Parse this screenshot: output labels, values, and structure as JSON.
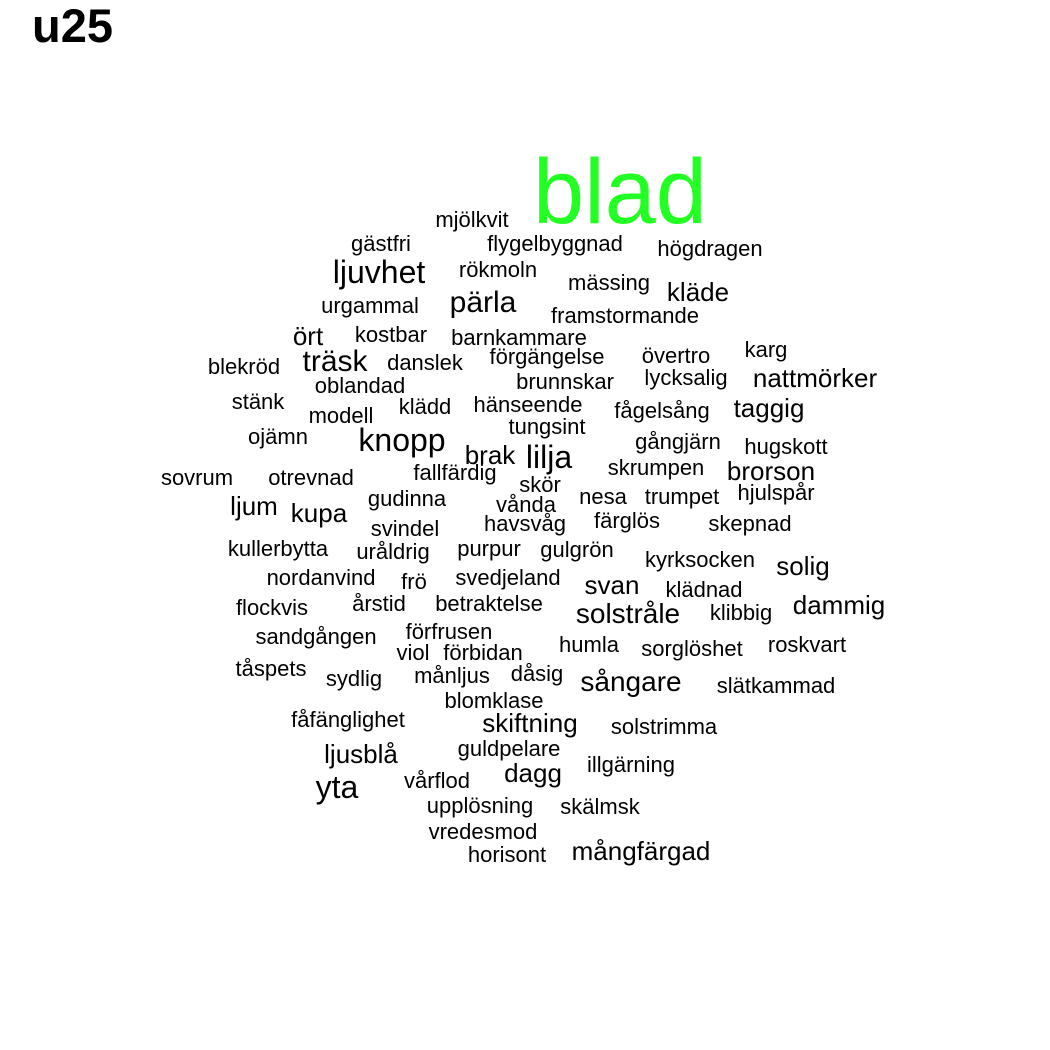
{
  "title": "u25",
  "highlight_color": "#22ff22",
  "text_color": "#000000",
  "words": [
    {
      "text": "blad",
      "highlight": true
    },
    {
      "text": "mjölkvit"
    },
    {
      "text": "gästfri"
    },
    {
      "text": "flygelbyggnad"
    },
    {
      "text": "högdragen"
    },
    {
      "text": "ljuvhet"
    },
    {
      "text": "rökmoln"
    },
    {
      "text": "mässing"
    },
    {
      "text": "kläde"
    },
    {
      "text": "urgammal"
    },
    {
      "text": "pärla"
    },
    {
      "text": "framstormande"
    },
    {
      "text": "ört"
    },
    {
      "text": "kostbar"
    },
    {
      "text": "barnkammare"
    },
    {
      "text": "karg"
    },
    {
      "text": "blekröd"
    },
    {
      "text": "träsk"
    },
    {
      "text": "danslek"
    },
    {
      "text": "förgängelse"
    },
    {
      "text": "övertro"
    },
    {
      "text": "oblandad"
    },
    {
      "text": "brunnskar"
    },
    {
      "text": "lycksalig"
    },
    {
      "text": "nattmörker"
    },
    {
      "text": "stänk"
    },
    {
      "text": "modell"
    },
    {
      "text": "klädd"
    },
    {
      "text": "hänseende"
    },
    {
      "text": "fågelsång"
    },
    {
      "text": "taggig"
    },
    {
      "text": "tungsint"
    },
    {
      "text": "ojämn"
    },
    {
      "text": "knopp"
    },
    {
      "text": "gångjärn"
    },
    {
      "text": "hugskott"
    },
    {
      "text": "brak"
    },
    {
      "text": "lilja"
    },
    {
      "text": "sovrum"
    },
    {
      "text": "otrevnad"
    },
    {
      "text": "fallfärdig"
    },
    {
      "text": "skrumpen"
    },
    {
      "text": "brorson"
    },
    {
      "text": "skör"
    },
    {
      "text": "ljum"
    },
    {
      "text": "gudinna"
    },
    {
      "text": "nesa"
    },
    {
      "text": "trumpet"
    },
    {
      "text": "hjulspår"
    },
    {
      "text": "kupa"
    },
    {
      "text": "vånda"
    },
    {
      "text": "svindel"
    },
    {
      "text": "havsvåg"
    },
    {
      "text": "färglös"
    },
    {
      "text": "skepnad"
    },
    {
      "text": "kullerbytta"
    },
    {
      "text": "uråldrig"
    },
    {
      "text": "purpur"
    },
    {
      "text": "gulgrön"
    },
    {
      "text": "kyrksocken"
    },
    {
      "text": "solig"
    },
    {
      "text": "nordanvind"
    },
    {
      "text": "frö"
    },
    {
      "text": "svedjeland"
    },
    {
      "text": "svan"
    },
    {
      "text": "klädnad"
    },
    {
      "text": "flockvis"
    },
    {
      "text": "årstid"
    },
    {
      "text": "betraktelse"
    },
    {
      "text": "solstråle"
    },
    {
      "text": "klibbig"
    },
    {
      "text": "dammig"
    },
    {
      "text": "sandgången"
    },
    {
      "text": "förfrusen"
    },
    {
      "text": "humla"
    },
    {
      "text": "sorglöshet"
    },
    {
      "text": "roskvart"
    },
    {
      "text": "viol"
    },
    {
      "text": "förbidan"
    },
    {
      "text": "tåspets"
    },
    {
      "text": "sydlig"
    },
    {
      "text": "månljus"
    },
    {
      "text": "dåsig"
    },
    {
      "text": "sångare"
    },
    {
      "text": "slätkammad"
    },
    {
      "text": "blomklase"
    },
    {
      "text": "fåfänglighet"
    },
    {
      "text": "skiftning"
    },
    {
      "text": "solstrimma"
    },
    {
      "text": "guldpelare"
    },
    {
      "text": "ljusblå"
    },
    {
      "text": "dagg"
    },
    {
      "text": "illgärning"
    },
    {
      "text": "yta"
    },
    {
      "text": "vårflod"
    },
    {
      "text": "upplösning"
    },
    {
      "text": "skälmsk"
    },
    {
      "text": "vredesmod"
    },
    {
      "text": "horisont"
    },
    {
      "text": "mångfärgad"
    }
  ]
}
